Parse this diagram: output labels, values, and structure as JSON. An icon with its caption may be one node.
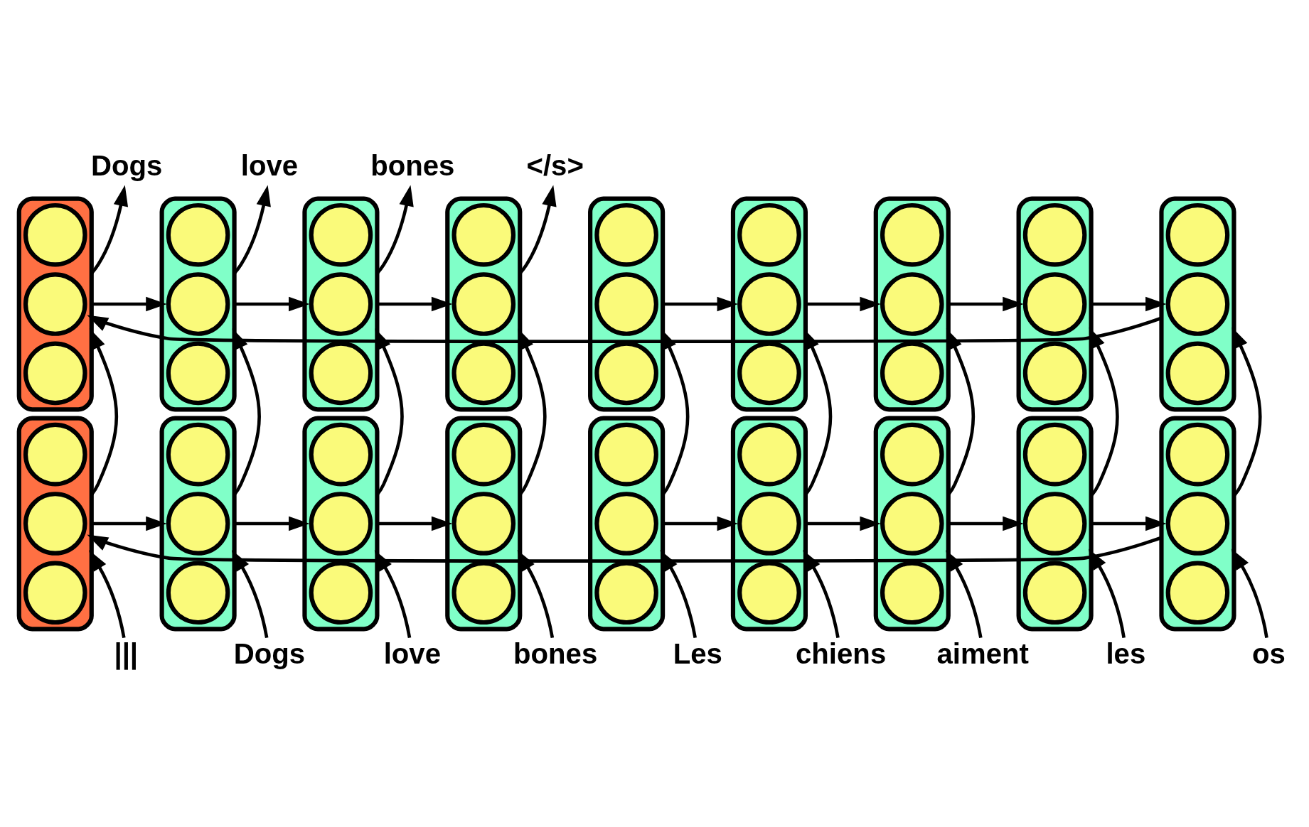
{
  "diagram": {
    "nodes": [
      {
        "text": [
          "Dogs"
        ]
      },
      {
        "text": [
          "love"
        ]
      },
      {
        "text": [
          "bones"
        ]
      },
      {
        "text": [
          "</s>"
        ]
      },
      {
        "text": [],
        "shape": "box"
      },
      {
        "text": [],
        "shape": "circle",
        "in": 4
      },
      {
        "text": [],
        "shape": "circle",
        "in": 4
      },
      {
        "text": [],
        "shape": "circle",
        "in": 4
      },
      {
        "text": [],
        "shape": "box"
      },
      {
        "text": [],
        "shape": "circle",
        "in": 8
      },
      {
        "text": [],
        "shape": "circle",
        "in": 8
      },
      {
        "text": [],
        "shape": "circle",
        "in": 8
      },
      {
        "text": [],
        "shape": "box"
      },
      {
        "text": [],
        "shape": "circle",
        "in": 12
      },
      {
        "text": [],
        "shape": "circle",
        "in": 12
      },
      {
        "text": [],
        "shape": "circle",
        "in": 12
      },
      {
        "text": [],
        "shape": "box"
      },
      {
        "text": [],
        "shape": "circle",
        "in": 16
      },
      {
        "text": [],
        "shape": "circle",
        "in": 16
      },
      {
        "text": [],
        "shape": "circle",
        "in": 16
      },
      {
        "text": [],
        "shape": "box"
      },
      {
        "text": [],
        "shape": "circle",
        "in": 20
      },
      {
        "text": [],
        "shape": "circle",
        "in": 20
      },
      {
        "text": [],
        "shape": "circle",
        "in": 20
      },
      {
        "text": [],
        "shape": "box"
      },
      {
        "text": [],
        "shape": "circle",
        "in": 24
      },
      {
        "text": [],
        "shape": "circle",
        "in": 24
      },
      {
        "text": [],
        "shape": "circle",
        "in": 24
      },
      {
        "text": [],
        "shape": "box"
      },
      {
        "text": [],
        "shape": "circle",
        "in": 28
      },
      {
        "text": [],
        "shape": "circle",
        "in": 28
      },
      {
        "text": [],
        "shape": "circle",
        "in": 28
      },
      {
        "text": [],
        "shape": "box"
      },
      {
        "text": [],
        "shape": "circle",
        "in": 32
      },
      {
        "text": [],
        "shape": "circle",
        "in": 32
      },
      {
        "text": [],
        "shape": "circle",
        "in": 32
      },
      {
        "text": [],
        "shape": "box"
      },
      {
        "text": [],
        "shape": "circle",
        "in": 36
      },
      {
        "text": [],
        "shape": "circle",
        "in": 36
      },
      {
        "text": [],
        "shape": "circle",
        "in": 36
      },
      {
        "text": [],
        "shape": "box"
      },
      {
        "text": [],
        "shape": "circle",
        "in": 40
      },
      {
        "text": [],
        "shape": "circle",
        "in": 40
      },
      {
        "text": [],
        "shape": "circle",
        "in": 40
      },
      {
        "text": [],
        "shape": "box"
      },
      {
        "text": [],
        "shape": "circle",
        "in": 44
      },
      {
        "text": [],
        "shape": "circle",
        "in": 44
      },
      {
        "text": [],
        "shape": "circle",
        "in": 44
      },
      {
        "text": [],
        "shape": "box"
      },
      {
        "text": [],
        "shape": "circle",
        "in": 48
      },
      {
        "text": [],
        "shape": "circle",
        "in": 48
      },
      {
        "text": [],
        "shape": "circle",
        "in": 48
      },
      {
        "text": [],
        "shape": "box"
      },
      {
        "text": [],
        "shape": "circle",
        "in": 52
      },
      {
        "text": [],
        "shape": "circle",
        "in": 52
      },
      {
        "text": [],
        "shape": "circle",
        "in": 52
      },
      {
        "text": [],
        "shape": "box"
      },
      {
        "text": [],
        "shape": "circle",
        "in": 56
      },
      {
        "text": [],
        "shape": "circle",
        "in": 56
      },
      {
        "text": [],
        "shape": "circle",
        "in": 56
      },
      {
        "text": [],
        "shape": "box"
      },
      {
        "text": [],
        "shape": "circle",
        "in": 60
      },
      {
        "text": [],
        "shape": "circle",
        "in": 60
      },
      {
        "text": [],
        "shape": "circle",
        "in": 60
      },
      {
        "text": [],
        "shape": "box"
      },
      {
        "text": [],
        "shape": "circle",
        "in": 64
      },
      {
        "text": [],
        "shape": "circle",
        "in": 64
      },
      {
        "text": [],
        "shape": "circle",
        "in": 64
      },
      {
        "text": [],
        "shape": "box"
      },
      {
        "text": [],
        "shape": "circle",
        "in": 68
      },
      {
        "text": [],
        "shape": "circle",
        "in": 68
      },
      {
        "text": [],
        "shape": "circle",
        "in": 68
      },
      {
        "text": [],
        "shape": "box"
      },
      {
        "text": [],
        "shape": "circle",
        "in": 72
      },
      {
        "text": [],
        "shape": "circle",
        "in": 72
      },
      {
        "text": [],
        "shape": "circle",
        "in": 72
      },
      {
        "text": [
          "Les"
        ]
      },
      {
        "text": [
          "chiens"
        ]
      },
      {
        "text": [
          "aiment"
        ]
      },
      {
        "text": [
          "les"
        ]
      },
      {
        "text": [
          "os"
        ]
      },
      {
        "text": [
          "|||"
        ]
      },
      {
        "text": [
          "Dogs"
        ]
      },
      {
        "text": [
          "love"
        ]
      },
      {
        "text": [
          "bones"
        ]
      }
    ],
    "edges": [
      {
        "from": 76,
        "to": 40,
        "arrow": "to"
      },
      {
        "from": 77,
        "to": 44,
        "arrow": "to"
      },
      {
        "from": 78,
        "to": 48,
        "arrow": "to"
      },
      {
        "from": 79,
        "to": 52,
        "arrow": "to"
      },
      {
        "from": 80,
        "to": 56,
        "arrow": "to"
      },
      {
        "from": 81,
        "to": 60,
        "arrow": "to"
      },
      {
        "from": 82,
        "to": 64,
        "arrow": "to"
      },
      {
        "from": 83,
        "to": 68,
        "arrow": "to"
      },
      {
        "from": 84,
        "to": 72,
        "arrow": "to"
      },
      {
        "from": 40,
        "to": 44,
        "arrow": "to"
      },
      {
        "from": 44,
        "to": 48,
        "arrow": "to"
      },
      {
        "from": 48,
        "to": 52,
        "arrow": "to"
      },
      {
        "from": 52,
        "to": 56,
        "arrow": "to"
      },
      {
        "from": 56,
        "to": 60,
        "arrow": "to"
      },
      {
        "from": 60,
        "to": 64,
        "arrow": "to"
      },
      {
        "from": 64,
        "to": 68,
        "arrow": "to"
      },
      {
        "from": 68,
        "to": 72,
        "arrow": "to"
      },
      {
        "from": 40,
        "to": 4,
        "arrow": "to"
      },
      {
        "from": 44,
        "to": 8,
        "arrow": "to"
      },
      {
        "from": 48,
        "to": 12,
        "arrow": "to"
      },
      {
        "from": 52,
        "to": 16,
        "arrow": "to"
      },
      {
        "from": 56,
        "to": 20,
        "arrow": "to"
      },
      {
        "from": 60,
        "to": 24,
        "arrow": "to"
      },
      {
        "from": 64,
        "to": 28,
        "arrow": "to"
      },
      {
        "from": 68,
        "to": 32,
        "arrow": "to"
      },
      {
        "from": 72,
        "to": 36,
        "arrow": "to"
      },
      {
        "from": 4,
        "to": 8,
        "arrow": "to"
      },
      {
        "from": 8,
        "to": 12,
        "arrow": "to"
      },
      {
        "from": 12,
        "to": 16,
        "arrow": "to"
      },
      {
        "from": 16,
        "to": 20,
        "arrow": "to"
      },
      {
        "from": 20,
        "to": 24,
        "arrow": "to"
      },
      {
        "from": 24,
        "to": 28,
        "arrow": "to"
      },
      {
        "from": 28,
        "to": 32,
        "arrow": "to"
      },
      {
        "from": 32,
        "to": 36,
        "arrow": "to"
      },
      {
        "from": 24,
        "to": 0,
        "arrow": "to"
      },
      {
        "from": 28,
        "to": 1,
        "arrow": "to"
      },
      {
        "from": 32,
        "to": 2,
        "arrow": "to"
      },
      {
        "from": 36,
        "to": 3,
        "arrow": "to"
      }
    ]
  }
}
